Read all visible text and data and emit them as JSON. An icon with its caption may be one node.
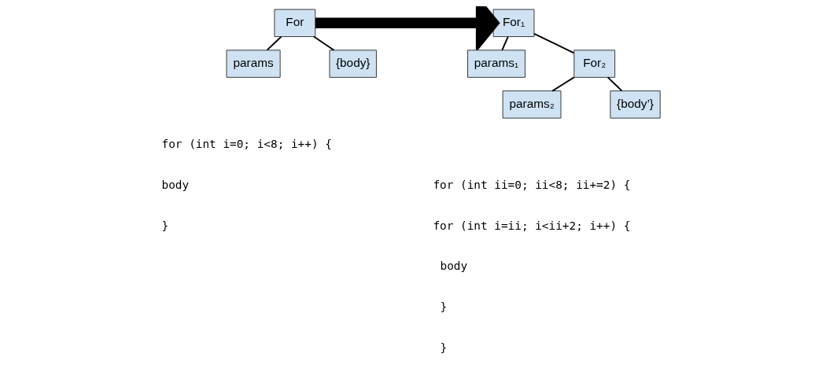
{
  "diagram": {
    "nodes": [
      {
        "text": [
          "For"
        ]
      },
      {
        "text": [
          "params"
        ]
      },
      {
        "text": [
          "{body}"
        ]
      },
      {
        "text": [
          "For₁"
        ]
      },
      {
        "text": [
          "params₁"
        ]
      },
      {
        "text": [
          "For₂"
        ]
      },
      {
        "text": [
          "params₂"
        ]
      },
      {
        "text": [
          "{body’}"
        ]
      }
    ],
    "edges": [
      {
        "from": 0,
        "to": 1,
        "arrow": "none"
      },
      {
        "from": 0,
        "to": 2,
        "arrow": "none"
      },
      {
        "from": 0,
        "to": 3,
        "arrow": "to",
        "style": "thick"
      },
      {
        "from": 3,
        "to": 4,
        "arrow": "none"
      },
      {
        "from": 3,
        "to": 5,
        "arrow": "none"
      },
      {
        "from": 5,
        "to": 6,
        "arrow": "none"
      },
      {
        "from": 5,
        "to": 7,
        "arrow": "none"
      }
    ],
    "labels": [
      "for (int i=0; i<8; i++) {",
      "body",
      "}",
      "for (int ii=0; ii<8; ii+=2) {",
      "for (int i=ii; i<ii+2; i++) {",
      "body",
      "}",
      "}"
    ]
  }
}
